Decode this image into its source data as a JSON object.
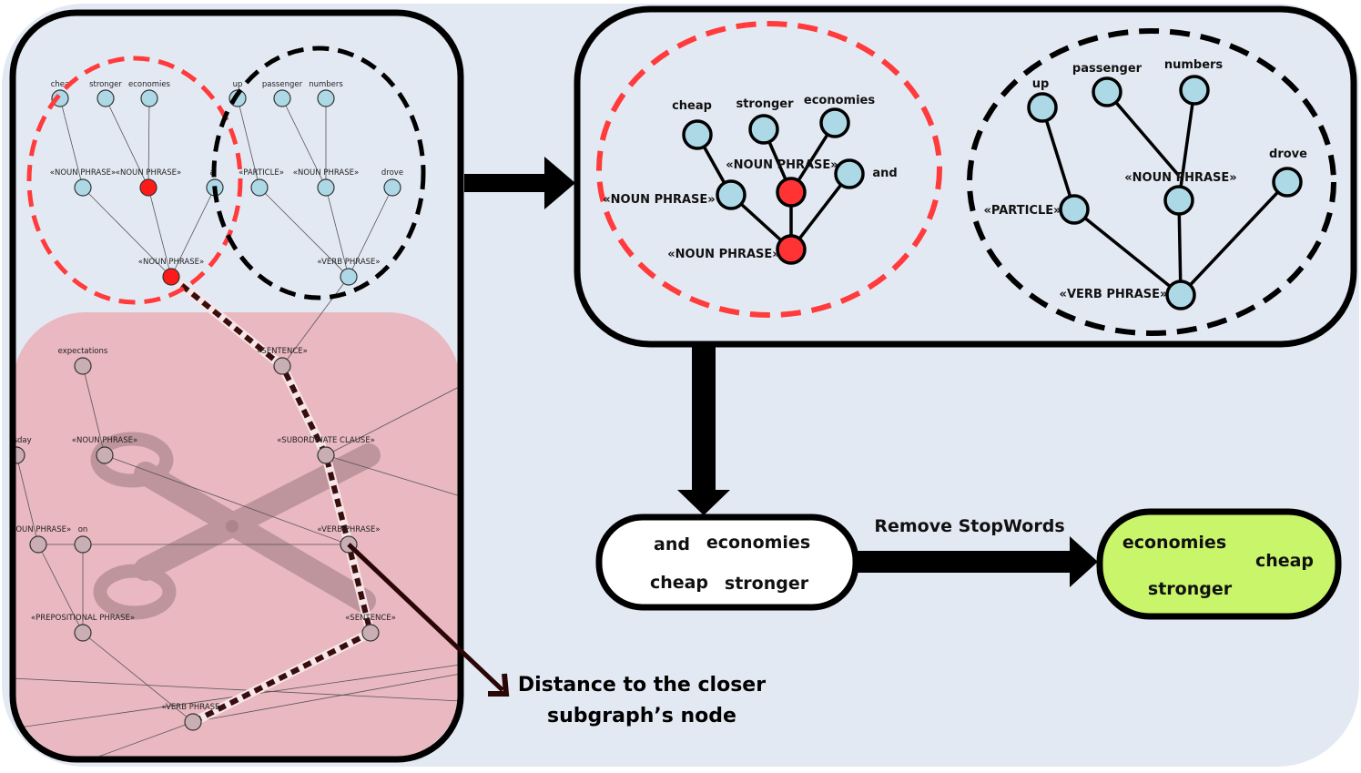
{
  "colors": {
    "background": "#e3e9f3",
    "node": "#add8e6",
    "highlight_node": "#ff3333",
    "red_dashed": "#ff3b3b",
    "cut_region": "#e9b8c0",
    "result_fill": "#c8f56a"
  },
  "icons": [
    "scissors-icon"
  ],
  "source_graph": {
    "red_subgraph_labels": [
      "chea",
      "stronger",
      "economies",
      "«NOUN PHRASE»",
      "«NOUN PHRASE»",
      "«NOUN PHRASE»"
    ],
    "black_subgraph_labels": [
      "up",
      "passenger",
      "numbers",
      "«PARTICLE»",
      "«NOUN PHRASE»",
      "drove",
      "«VERB PHRASE»"
    ],
    "partial_label": "a",
    "cut_region_labels": [
      "«SENTENCE»",
      "expectations",
      "esday",
      "«NOUN PHRASE»",
      "«SUBORDINATE CLAUSE»",
      "«NOUN PHRASE»",
      "on",
      "«VERB PHRASE»",
      "«PREPOSITIONAL PHRASE»",
      "«SENTENCE»",
      "«VERB PHRASE»"
    ]
  },
  "zoomed_subgraphs": {
    "red": [
      "cheap",
      "stronger",
      "economies",
      "«NOUN PHRASE»",
      "and",
      "«NOUN PHRASE»",
      "«NOUN PHRASE»"
    ],
    "black": [
      "up",
      "passenger",
      "numbers",
      "drove",
      "«NOUN PHRASE»",
      "«PARTICLE»",
      "«VERB PHRASE»"
    ]
  },
  "word_bag": {
    "words": [
      "and",
      "economies",
      "cheap",
      "stronger"
    ]
  },
  "stopwords_step": {
    "label": "Remove StopWords"
  },
  "result_bag": {
    "words": [
      "economies",
      "cheap",
      "stronger"
    ]
  },
  "distance_caption": {
    "line1": "Distance to the closer",
    "line2": "subgraph’s node"
  }
}
